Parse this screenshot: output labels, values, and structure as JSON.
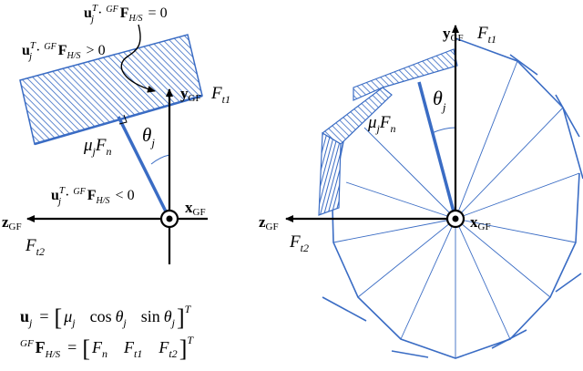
{
  "colors": {
    "blue": "#3a6cc4",
    "black": "#000000",
    "background": "#ffffff"
  },
  "left_panel": {
    "eq_zero": {
      "u": "u",
      "j": "j",
      "T": "T",
      "GF": "GF",
      "F": "F",
      "HS": "H/S",
      "rel": "= 0"
    },
    "eq_pos": {
      "u": "u",
      "j": "j",
      "T": "T",
      "GF": "GF",
      "F": "F",
      "HS": "H/S",
      "rel": "> 0"
    },
    "eq_neg": {
      "u": "u",
      "j": "j",
      "T": "T",
      "GF": "GF",
      "F": "F",
      "HS": "H/S",
      "rel": "< 0"
    },
    "axis_y": {
      "main": "y",
      "sub": "GF"
    },
    "axis_x": {
      "main": "x",
      "sub": "GF"
    },
    "axis_z": {
      "main": "z",
      "sub": "GF"
    },
    "ft1": {
      "main": "F",
      "sub": "t1"
    },
    "ft2": {
      "main": "F",
      "sub": "t2"
    },
    "mu_fn": {
      "mu": "μ",
      "j": "j",
      "F": "F",
      "n": "n"
    },
    "theta": {
      "sym": "θ",
      "sub": "j"
    }
  },
  "right_panel": {
    "axis_y": {
      "main": "y",
      "sub": "GF"
    },
    "axis_x": {
      "main": "x",
      "sub": "GF"
    },
    "axis_z": {
      "main": "z",
      "sub": "GF"
    },
    "ft1": {
      "main": "F",
      "sub": "t1"
    },
    "ft2": {
      "main": "F",
      "sub": "t2"
    },
    "mu_fn": {
      "mu": "μ",
      "j": "j",
      "F": "F",
      "n": "n"
    },
    "theta": {
      "sym": "θ",
      "sub": "j"
    }
  },
  "formulas": {
    "u_vec": {
      "lhs": "u",
      "lhs_sub": "j",
      "eq": "=",
      "mu": "μ",
      "mu_sub": "j",
      "cos": "cos",
      "sin": "sin",
      "theta": "θ",
      "theta_sub": "j",
      "T": "T"
    },
    "f_vec": {
      "GF": "GF",
      "F": "F",
      "HS": "H/S",
      "eq": "=",
      "Fn": "F",
      "n": "n",
      "Ft1": "F",
      "t1": "t1",
      "Ft2": "F",
      "t2": "t2",
      "T": "T"
    }
  }
}
